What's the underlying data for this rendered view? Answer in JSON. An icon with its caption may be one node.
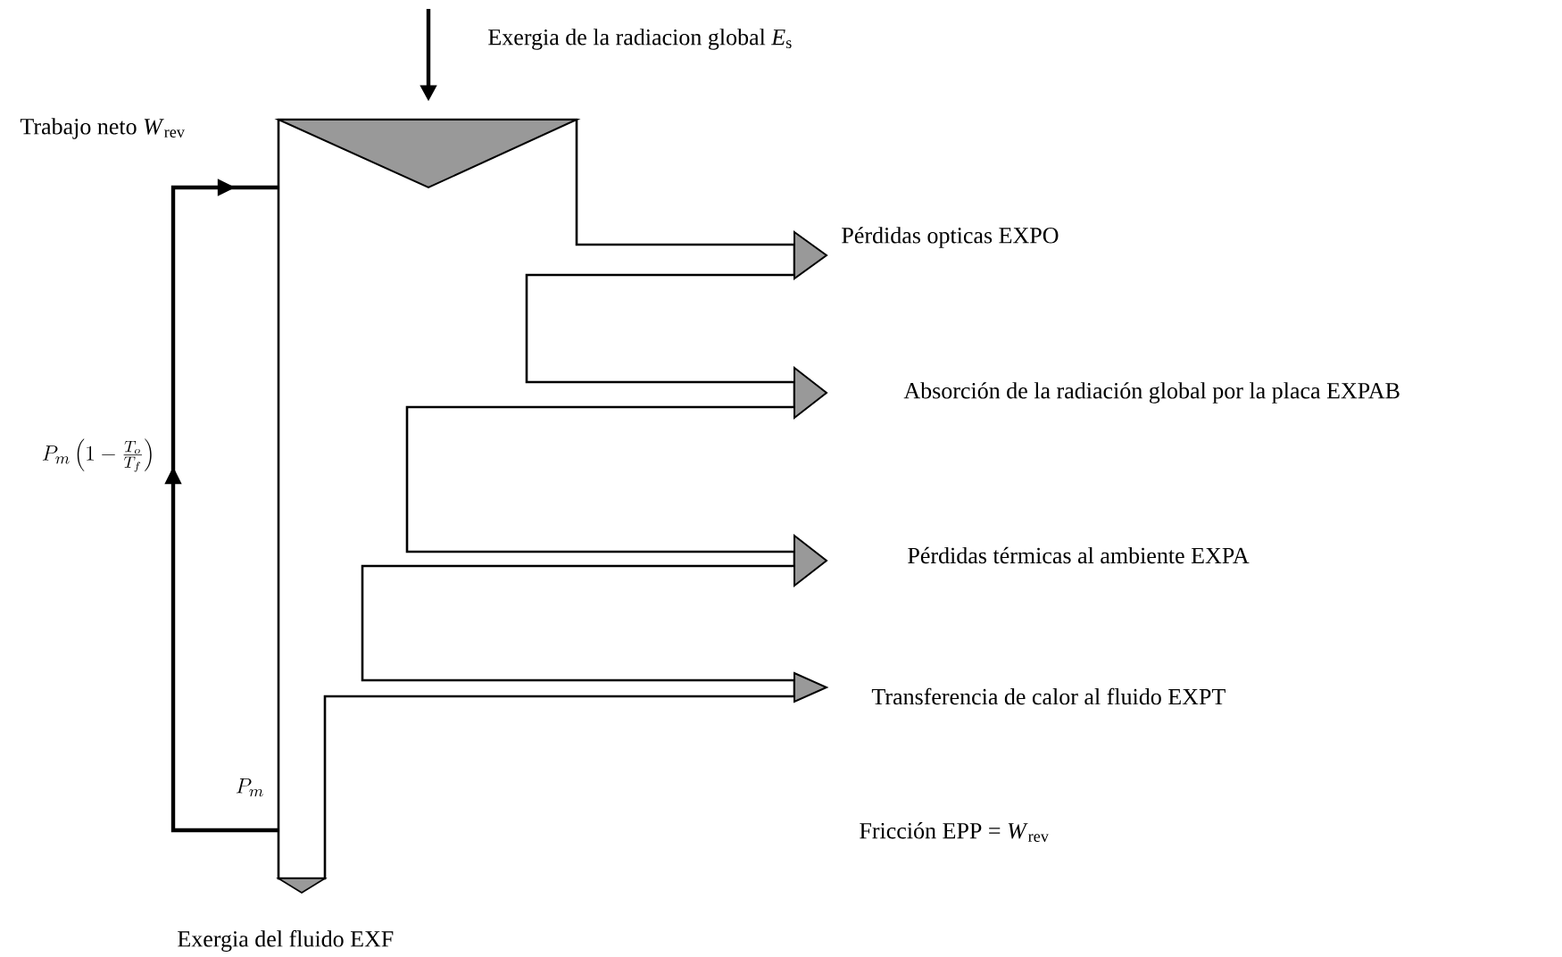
{
  "diagram": {
    "nodes": [
      {
        "text": [
          "Exergia de la radiacion global *E*$_{s}$"
        ]
      },
      {
        "text": [
          "Trabajo neto *W*$_{rev}$"
        ]
      },
      {
        "text": [
          "Pérdidas opticas EXPO"
        ]
      },
      {
        "text": [
          "Absorción de la radiación global por la placa EXPAB"
        ]
      },
      {
        "text": [
          "Pérdidas térmicas al ambiente EXPA"
        ]
      },
      {
        "text": [
          "Transferencia de calor al fluido EXPT"
        ]
      },
      {
        "text": [
          "Fricción EPP = *W*$_{rev}$"
        ]
      },
      {
        "text": [
          "Exergia del fluido EXF"
        ]
      },
      {
        "text": [],
        "shape": "band"
      }
    ],
    "edges": [
      {
        "from": null,
        "to": 8,
        "arrow": "to"
      },
      {
        "from": 8,
        "to": 8,
        "arrow": "to"
      }
    ],
    "labels": [
      "P_m\\left(1-\\frac{T_o}{T_f}\\right)",
      "P_m"
    ]
  }
}
